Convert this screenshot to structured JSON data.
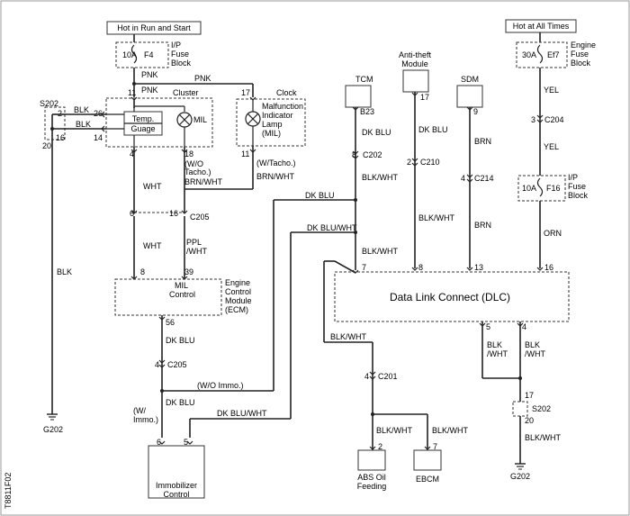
{
  "headers": {
    "hot_run_start": "Hot  in Run and Start",
    "hot_all_times": "Hot  at All Times"
  },
  "fuses": {
    "f4_rating": "10A",
    "f4_name": "F4",
    "ip_fuse_block_1": "I/P",
    "ip_fuse_block_2": "Fuse",
    "ip_fuse_block_3": "Block",
    "ef7_rating": "30A",
    "ef7_name": "Ef7",
    "engine_fuse_1": "Engine",
    "engine_fuse_2": "Fuse",
    "engine_fuse_3": "Block",
    "f16_rating": "10A",
    "f16_name": "F16",
    "ip_fuse_block2_1": "I/P",
    "ip_fuse_block2_2": "Fuse",
    "ip_fuse_block2_3": "Block"
  },
  "components": {
    "cluster": "Cluster",
    "clock": "Clock",
    "temp_gauge_1": "Temp.",
    "temp_gauge_2": "Guage",
    "mil": "MIL",
    "mil_lamp_1": "Malfunction",
    "mil_lamp_2": "Indicator",
    "mil_lamp_3": "Lamp",
    "mil_lamp_4": "(MIL)",
    "tcm": "TCM",
    "anti_theft_1": "Anti-theft",
    "anti_theft_2": "Module",
    "sdm": "SDM",
    "ecm_box_1": "MIL",
    "ecm_box_2": "Control",
    "ecm_1": "Engine",
    "ecm_2": "Control",
    "ecm_3": "Module",
    "ecm_4": "(ECM)",
    "dlc": "Data Link Connect (DLC)",
    "immobilizer_1": "Immobilizer",
    "immobilizer_2": "Control",
    "abs_1": "ABS Oil",
    "abs_2": "Feeding",
    "ebcm": "EBCM",
    "g202_left": "G202",
    "g202_right": "G202",
    "s202_left": "S202",
    "s202_right": "S202",
    "side_code": "T8811F02"
  },
  "wires": {
    "pnk_1": "PNK",
    "pnk_2": "PNK",
    "pnk_3": "PNK",
    "blk_1": "BLK",
    "blk_2": "BLK",
    "blk_3": "BLK",
    "wht_1": "WHT",
    "wht_2": "WHT",
    "wo_tacho_1": "(W/O",
    "wo_tacho_2": "Tacho.)",
    "brn_wht_1": "BRN/WHT",
    "w_tacho": "(W/Tacho.)",
    "brn_wht_2": "BRN/WHT",
    "ppl_wht_1": "PPL",
    "ppl_wht_2": "/WHT",
    "dk_blu_1": "DK BLU",
    "dk_blu_2": "DK BLU",
    "dk_blu_3": "DK BLU",
    "dk_blu_4": "DK BLU",
    "dk_blu_5": "DK BLU",
    "dk_blu_wht_1": "DK BLU/WHT",
    "dk_blu_wht_2": "DK BLU/WHT",
    "blk_wht_1": "BLK/WHT",
    "blk_wht_2": "BLK/WHT",
    "blk_wht_3": "BLK/WHT",
    "blk_wht_4": "BLK/WHT",
    "blk_wht_5": "BLK/WHT",
    "blk_wht_6": "BLK/WHT",
    "blk_wht_7": "BLK/WHT",
    "blk_wht_8_1": "BLK",
    "blk_wht_8_2": "/WHT",
    "blk_wht_9_1": "BLK",
    "blk_wht_9_2": "/WHT",
    "brn_1": "BRN",
    "brn_2": "BRN",
    "yel_1": "YEL",
    "yel_2": "YEL",
    "orn": "ORN",
    "wo_immo": "(W/O Immo.)",
    "w_immo_1": "(W/",
    "w_immo_2": "Immo.)"
  },
  "pins": {
    "p11a": "11",
    "p17": "17",
    "p2": "2",
    "p26": "26",
    "p16a": "16",
    "p14": "14",
    "p20a": "20",
    "p4a": "4",
    "p18": "18",
    "p11b": "11",
    "p6a": "6",
    "p16b": "16",
    "p8a": "8",
    "p39": "39",
    "p56": "56",
    "p4b": "4",
    "p6b": "6",
    "p5a": "5",
    "p8b": "8",
    "p17b": "17",
    "p9": "9",
    "p2b": "2",
    "p4c": "4",
    "p3": "3",
    "p7": "7",
    "p8c": "8",
    "p13": "13",
    "p16c": "16",
    "p5b": "5",
    "p4d": "4",
    "p4e": "4",
    "p2c": "2",
    "p7b": "7",
    "p17c": "17",
    "p20b": "20"
  },
  "connectors": {
    "c205a": "C205",
    "c205b": "C205",
    "c202": "C202",
    "c210": "C210",
    "c214": "C214",
    "c204": "C204",
    "c201": "C201",
    "b23": "B23"
  }
}
